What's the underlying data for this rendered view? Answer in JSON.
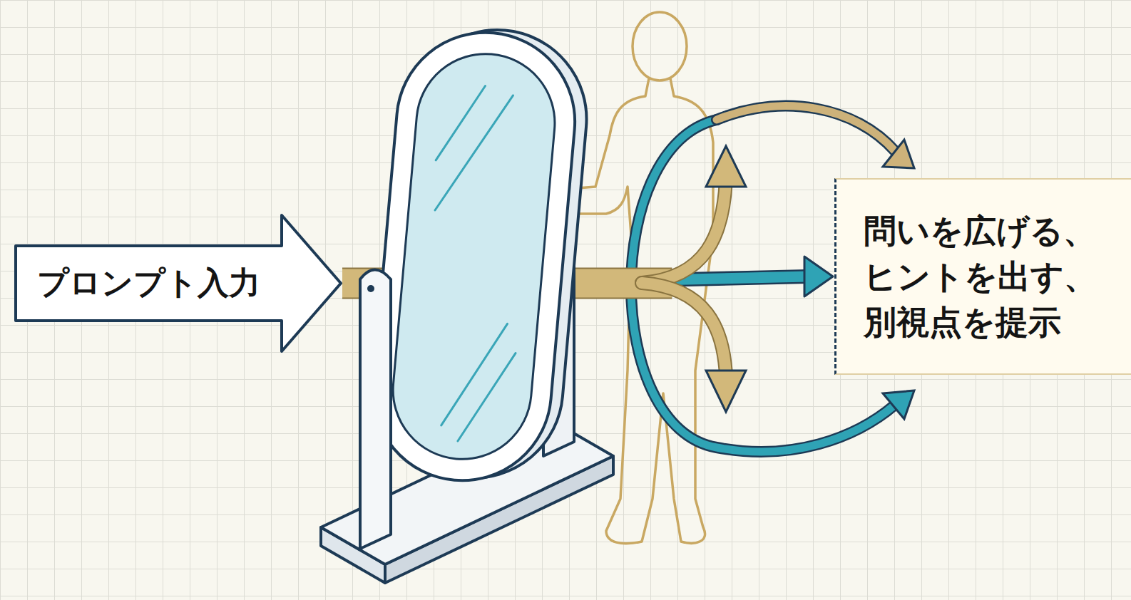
{
  "diagram": {
    "nodes": [
      {
        "text": [
          "プロンプト入力"
        ]
      },
      {
        "text": [
          "問いを広げる、 ヒントを出す、 別視点を提示"
        ]
      }
    ],
    "edges": [
      {
        "from": 0,
        "to": 1,
        "arrow": "to"
      }
    ]
  }
}
